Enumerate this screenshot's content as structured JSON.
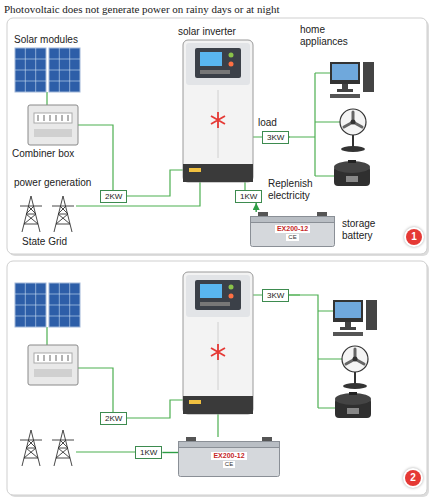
{
  "diagram": {
    "title": "Photovoltaic does not generate power on rainy days or at night",
    "nodes": [
      {
        "text": [
          "3KW"
        ]
      },
      {
        "text": [
          "2KW"
        ]
      },
      {
        "text": [
          "1KW"
        ]
      },
      {
        "text": [
          "EX200-12",
          "CE"
        ]
      },
      {
        "text": [
          "1"
        ]
      },
      {
        "text": [
          "3KW"
        ]
      },
      {
        "text": [
          "2KW"
        ]
      },
      {
        "text": [
          "1KW"
        ]
      },
      {
        "text": [
          "EX200-12",
          "CE"
        ]
      },
      {
        "text": [
          "2"
        ]
      }
    ],
    "edges": [
      {
        "from": 3,
        "to": 2,
        "arrow": "to"
      },
      {
        "from": 7,
        "to": 8,
        "arrow": "none"
      }
    ],
    "labels": [
      "Solar modules",
      "solar inverter",
      "home appliances",
      "load",
      "Combiner box",
      "power generation",
      "Replenish electricity",
      "State Grid",
      "storage battery"
    ]
  }
}
